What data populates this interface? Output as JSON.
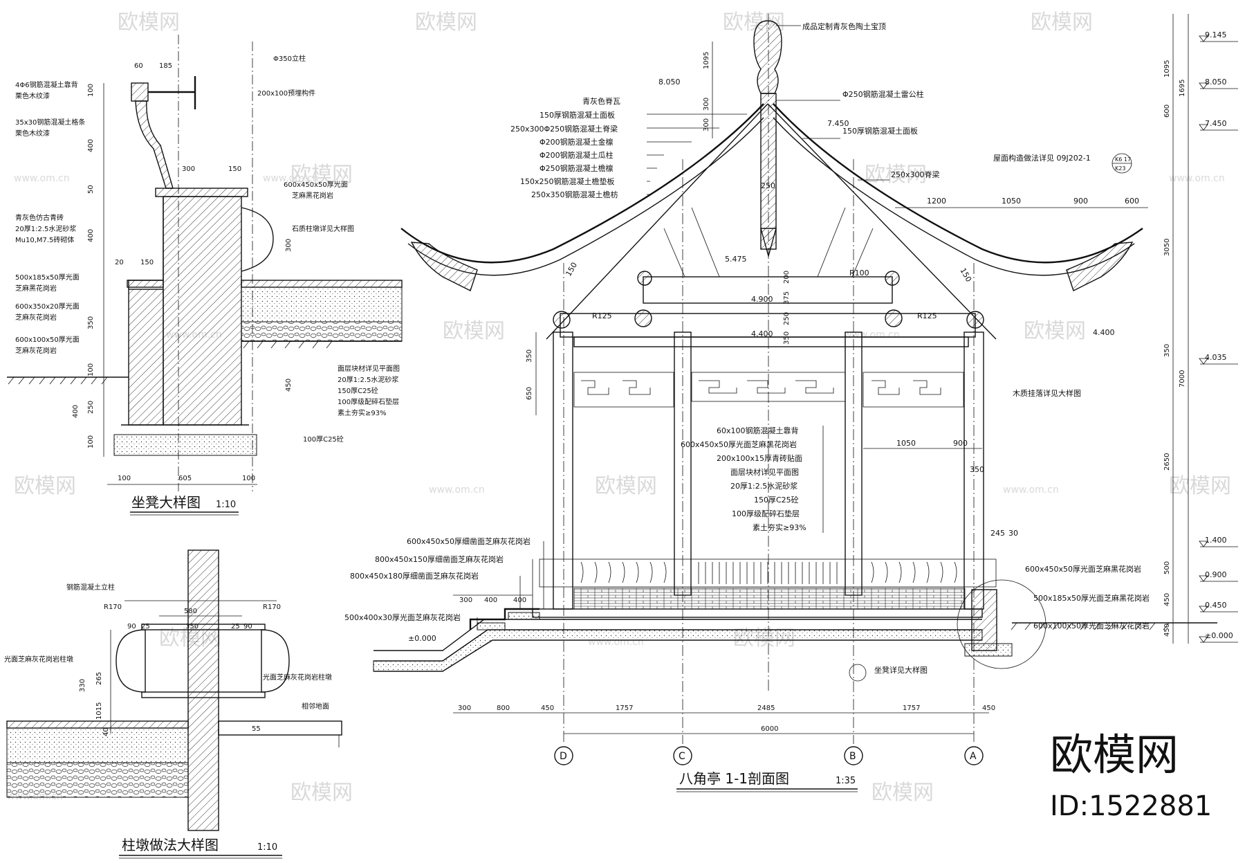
{
  "watermark": {
    "brand": "欧模网",
    "site": "www.om.cn",
    "id": "ID:1522881"
  },
  "titles": {
    "bench": {
      "name": "坐凳大样图",
      "scale": "1:10"
    },
    "column_base": {
      "name": "柱墩做法大样图",
      "scale": "1:10"
    },
    "section": {
      "name": "八角亭 1-1剖面图",
      "scale": "1:35"
    }
  },
  "bench_labels": [
    "4Φ6钢筋混凝土靠背",
    "栗色木纹漆",
    "35x30钢筋混凝土格条",
    "栗色木纹漆",
    "青灰色仿古青砖",
    "20厚1:2.5水泥砂浆",
    "Mu10,M7.5砖砌体",
    "500x185x50厚光面",
    "芝麻黑花岗岩",
    "600x350x20厚光面",
    "芝麻灰花岗岩",
    "600x100x50厚光面",
    "芝麻灰花岗岩",
    "Φ350立柱",
    "200x100预埋构件",
    "600x450x50厚光面",
    "芝麻黑花岗岩",
    "石质柱墩详见大样图",
    "面层块材详见平面图",
    "20厚1:2.5水泥砂浆",
    "150厚C25砼",
    "100厚级配碎石垫层",
    "素土夯实≥93%",
    "100厚C25砼"
  ],
  "bench_dims": [
    "60",
    "185",
    "300",
    "150",
    "100",
    "400",
    "50",
    "400",
    "20",
    "150",
    "350",
    "100",
    "250",
    "400",
    "100",
    "450",
    "300",
    "100",
    "605",
    "100"
  ],
  "column_labels": [
    "钢筋混凝土立柱",
    "光面芝麻灰花岗岩柱墩",
    "光面芝麻灰花岗岩柱墩",
    "相邻地面"
  ],
  "column_dims": [
    "580",
    "90",
    "25",
    "350",
    "25",
    "90",
    "R170",
    "R170",
    "330",
    "265",
    "1015",
    "55",
    "40"
  ],
  "section_labels_top": [
    "成品定制青灰色陶土宝顶",
    "Φ250钢筋混凝土雷公柱",
    "青灰色脊瓦",
    "150厚钢筋混凝土面板",
    "250x300Φ250钢筋混凝土脊梁",
    "Φ200钢筋混凝土金檩",
    "Φ200钢筋混凝土瓜柱",
    "Φ250钢筋混凝土檐檩",
    "150x250钢筋混凝土檐垫板",
    "250x350钢筋混凝土檐枋",
    "150厚钢筋混凝土面板",
    "250x300脊梁",
    "屋面构造做法详见 09J202-1",
    "K6 17",
    "K23",
    "木质挂落详见大样图"
  ],
  "section_labels_floor": [
    "60x100钢筋混凝土靠背",
    "600x450x50厚光面芝麻黑花岗岩",
    "200x100x15厚青砖贴面",
    "面层块材详见平面图",
    "20厚1:2.5水泥砂浆",
    "150厚C25砼",
    "100厚级配碎石垫层",
    "素土夯实≥93%"
  ],
  "section_labels_left": [
    "600x450x50厚细凿面芝麻灰花岗岩",
    "800x450x150厚细凿面芝麻灰花岗岩",
    "800x450x180厚细凿面芝麻灰花岗岩",
    "500x400x30厚光面芝麻灰花岗岩"
  ],
  "section_labels_right": [
    "600x450x50厚光面芝麻黑花岗岩",
    "500x185x50厚光面芝麻黑花岗岩",
    "600x100x50厚光面芝麻灰花岗岩",
    "坐凳详见大样图"
  ],
  "elevations": [
    "9.145",
    "8.050",
    "7.450",
    "4.400",
    "4.035",
    "1.400",
    "0.900",
    "0.450",
    "±0.000",
    "8.050",
    "7.450",
    "5.475",
    "4.900",
    "4.400",
    "±0.000"
  ],
  "right_dims": [
    "1095",
    "600",
    "1695",
    "3050",
    "350",
    "7000",
    "2650",
    "500",
    "450",
    "450"
  ],
  "left_dims": [
    "1095",
    "300",
    "300",
    "350",
    "650"
  ],
  "top_dims": [
    "1200",
    "1050",
    "900",
    "600"
  ],
  "mid_dims": [
    "1050",
    "900",
    "350",
    "245",
    "30",
    "R125",
    "R125",
    "R100",
    "150",
    "150",
    "250",
    "200",
    "375",
    "250",
    "350"
  ],
  "stair_dims": [
    "300",
    "400",
    "400"
  ],
  "bottom_dims": [
    "300",
    "800",
    "450",
    "1757",
    "2485",
    "1757",
    "450",
    "6000"
  ],
  "axes": [
    "D",
    "C",
    "B",
    "A"
  ]
}
